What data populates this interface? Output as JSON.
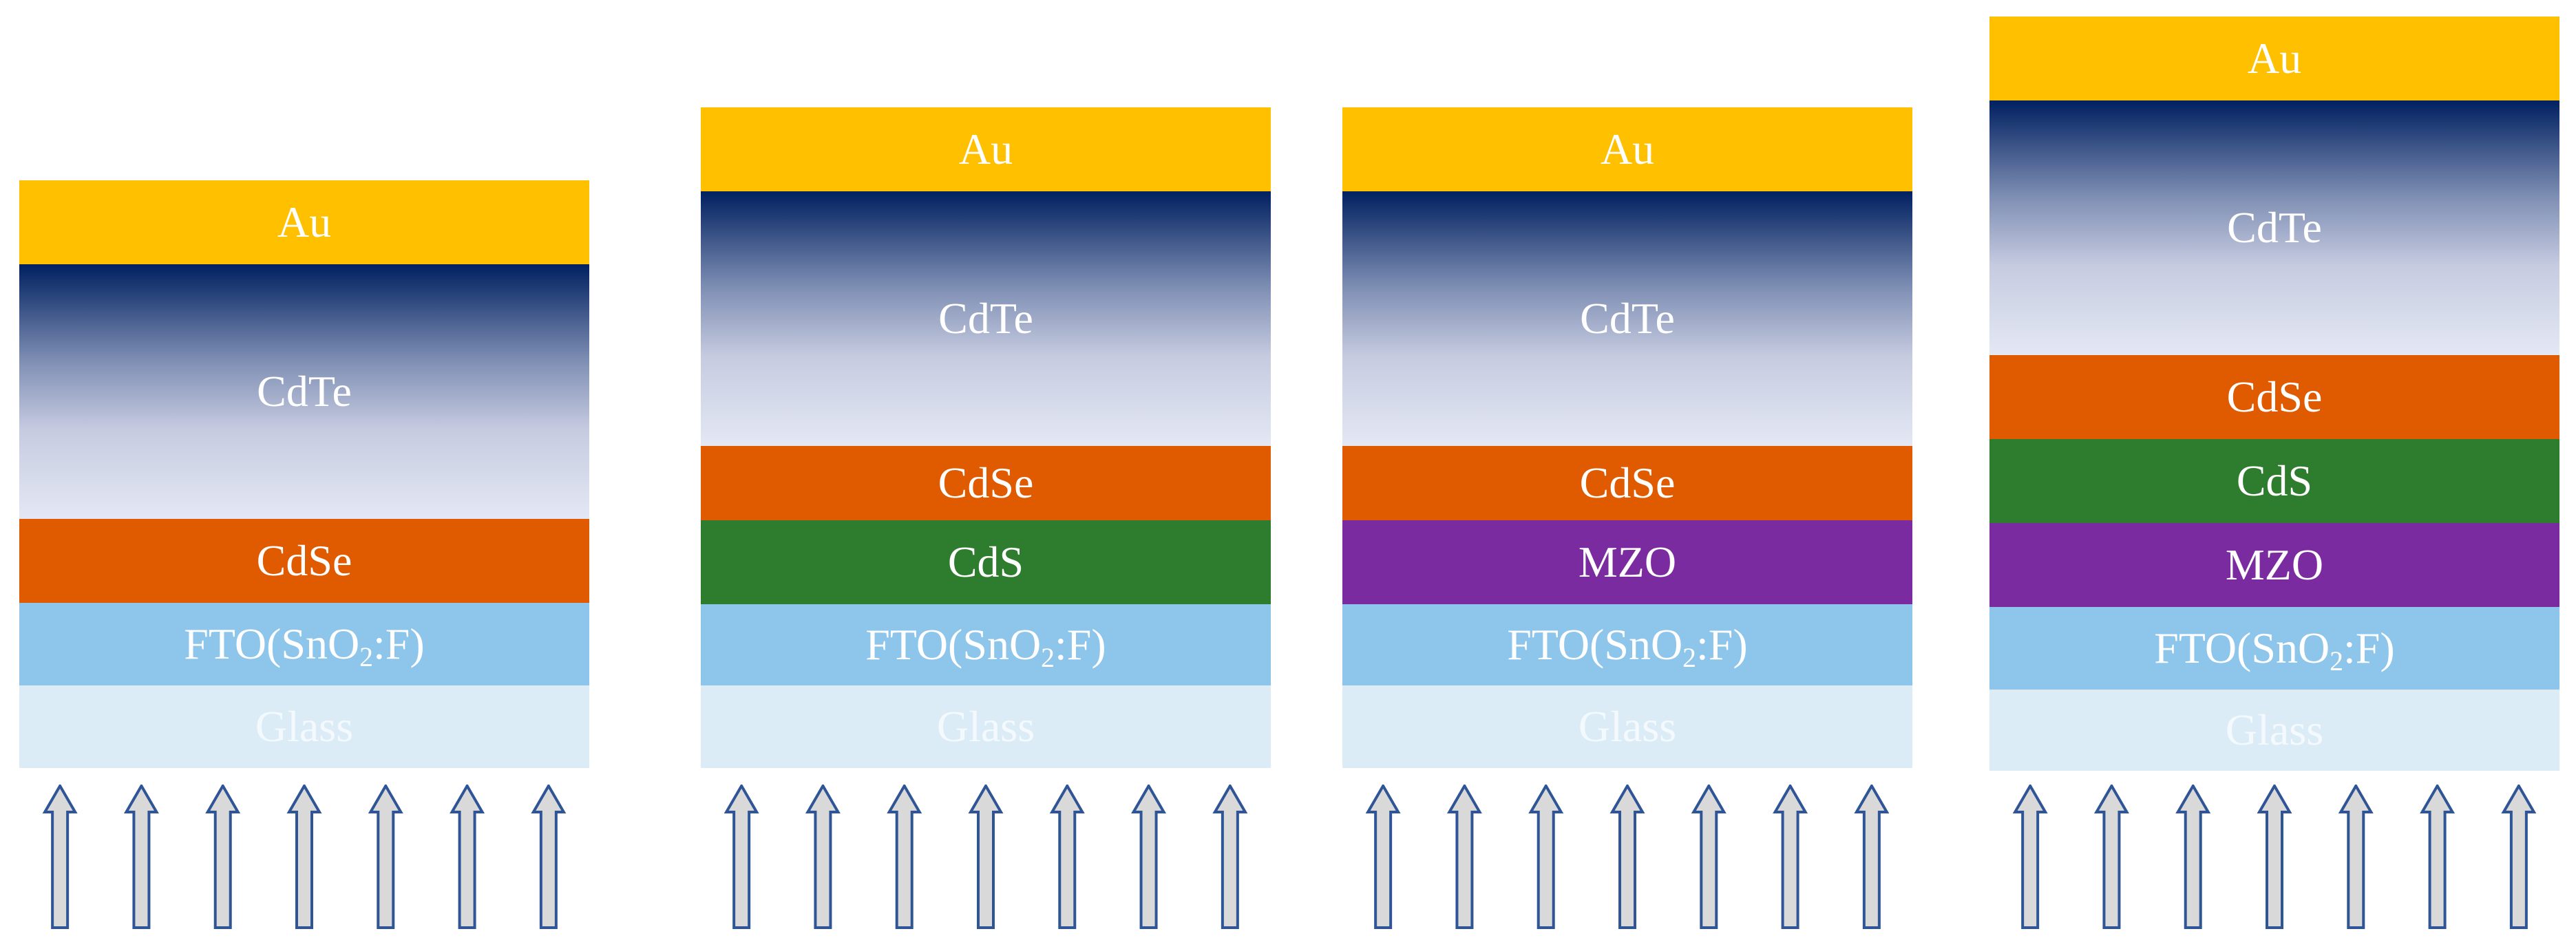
{
  "structures": [
    {
      "layers": [
        {
          "label": "Au",
          "kind": "au"
        },
        {
          "label": "CdTe",
          "kind": "cdte"
        },
        {
          "label": "CdSe",
          "kind": "cdse"
        },
        {
          "label": "FTO(SnO",
          "sub": "2",
          "suffix": ":F)",
          "kind": "fto"
        },
        {
          "label": "Glass",
          "kind": "glass"
        }
      ]
    },
    {
      "layers": [
        {
          "label": "Au",
          "kind": "au"
        },
        {
          "label": "CdTe",
          "kind": "cdte"
        },
        {
          "label": "CdSe",
          "kind": "cdse"
        },
        {
          "label": "CdS",
          "kind": "cds"
        },
        {
          "label": "FTO(SnO",
          "sub": "2",
          "suffix": ":F)",
          "kind": "fto"
        },
        {
          "label": "Glass",
          "kind": "glass"
        }
      ]
    },
    {
      "layers": [
        {
          "label": "Au",
          "kind": "au"
        },
        {
          "label": "CdTe",
          "kind": "cdte"
        },
        {
          "label": "CdSe",
          "kind": "cdse"
        },
        {
          "label": "MZO",
          "kind": "mzo"
        },
        {
          "label": "FTO(SnO",
          "sub": "2",
          "suffix": ":F)",
          "kind": "fto"
        },
        {
          "label": "Glass",
          "kind": "glass"
        }
      ]
    },
    {
      "layers": [
        {
          "label": "Au",
          "kind": "au"
        },
        {
          "label": "CdTe",
          "kind": "cdte"
        },
        {
          "label": "CdSe",
          "kind": "cdse"
        },
        {
          "label": "CdS",
          "kind": "cds"
        },
        {
          "label": "MZO",
          "kind": "mzo"
        },
        {
          "label": "FTO(SnO",
          "sub": "2",
          "suffix": ":F)",
          "kind": "fto"
        },
        {
          "label": "Glass",
          "kind": "glass"
        }
      ]
    }
  ],
  "arrows_per_stack": 7,
  "colors": {
    "au": "#ffc000",
    "cdse": "#e05a00",
    "cds": "#2e7d2e",
    "mzo": "#7b2ba0",
    "fto": "#8ec5ea",
    "glass": "#dcecf7",
    "cdte_top": "#002060",
    "arrow_fill": "#d9d9d9",
    "arrow_stroke": "#2f5597"
  }
}
